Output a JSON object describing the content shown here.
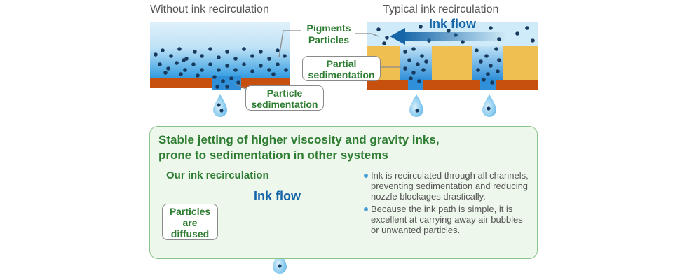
{
  "headings": {
    "left": "Without ink recirculation",
    "right": "Typical ink recirculation"
  },
  "labels": {
    "pigments": [
      "Pigments",
      "Particles"
    ],
    "particle_sedimentation": [
      "Particle",
      "sedimentation"
    ],
    "partial_sedimentation": [
      "Partial",
      "sedimentation"
    ],
    "ink_flow_top": "Ink flow",
    "ink_flow_bottom": "Ink flow",
    "particles_diffused": [
      "Particles",
      "are",
      "diffused"
    ]
  },
  "panel": {
    "title_line1": "Stable jetting of higher viscosity and gravity inks,",
    "title_line2": "prone to sedimentation in other systems",
    "subtitle": "Our ink recirculation",
    "bullets": [
      "Ink is recirculated through all channels, preventing sedimentation and reducing nozzle blockages drastically.",
      "Because the ink path is simple, it is excellent at carrying away air bubbles or unwanted particles."
    ]
  },
  "colors": {
    "ink_light": "#cfeaf8",
    "ink_mid": "#7cc6ee",
    "ink_deep": "#2f9be0",
    "plate": "#c8500e",
    "wall": "#f0bf52",
    "particle": "#173a5e",
    "accent_green": "#2e7d32",
    "panel_bg": "#eef7ec",
    "panel_border": "#8cc58c",
    "flow_arrow": "#1565a8"
  },
  "icons": [
    "flow-arrow-icon",
    "ink-droplet-icon",
    "bullet-dot-icon"
  ]
}
